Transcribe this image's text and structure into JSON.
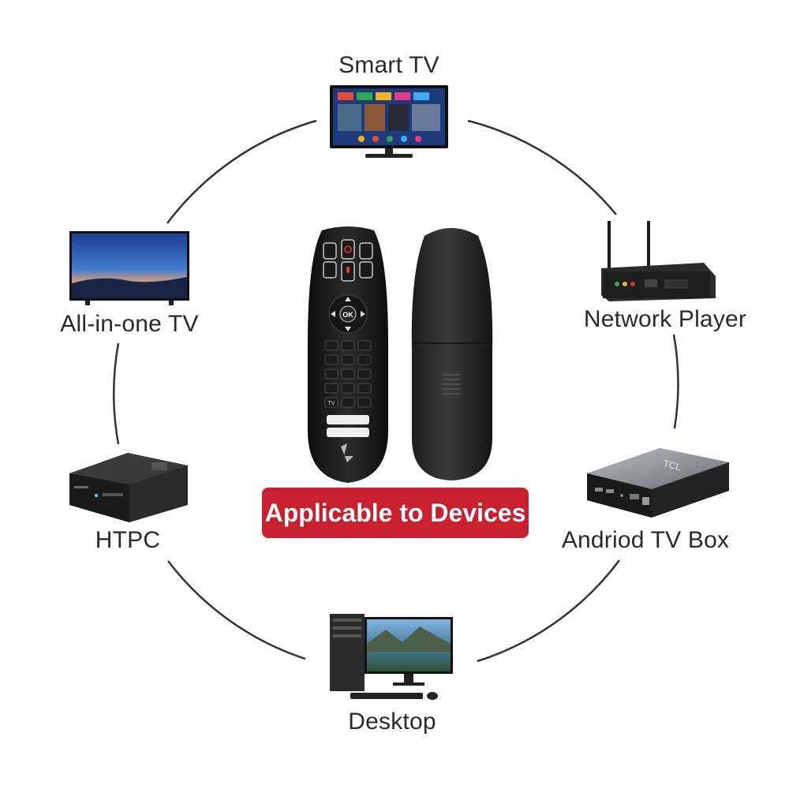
{
  "devices": [
    {
      "id": "smart-tv",
      "label": "Smart TV"
    },
    {
      "id": "network-player",
      "label": "Network Player"
    },
    {
      "id": "android-tv-box",
      "label": "Andriod TV Box",
      "brand": "TCL"
    },
    {
      "id": "desktop",
      "label": "Desktop"
    },
    {
      "id": "htpc",
      "label": "HTPC"
    },
    {
      "id": "all-in-one-tv",
      "label": "All-in-one TV"
    }
  ],
  "banner": {
    "text": "Applicable to Devices"
  },
  "remote": {
    "ok_label": "OK",
    "tv_label": "TV"
  },
  "colors": {
    "accent": "#c8202f",
    "ring": "#333333",
    "text": "#2a2a2a"
  }
}
